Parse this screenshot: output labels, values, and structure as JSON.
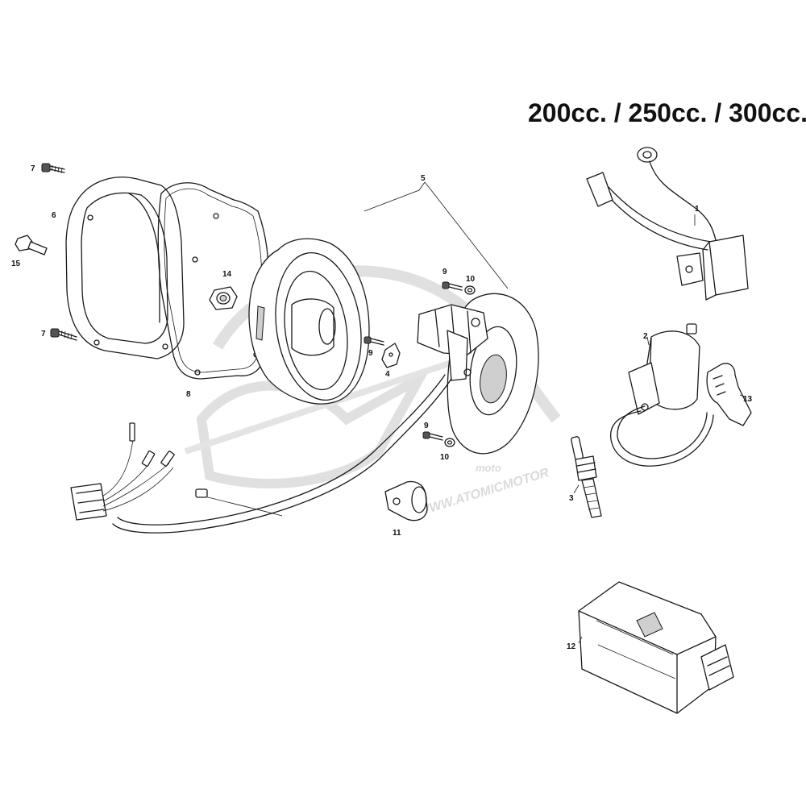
{
  "title": "200cc. / 250cc. / 300cc.",
  "watermark": {
    "brand": "moto",
    "url": "WWW.ATOMICMOTOR"
  },
  "callouts": {
    "c1": "1",
    "c2": "2",
    "c3": "3",
    "c4": "4",
    "c5": "5",
    "c6": "6",
    "c7a": "7",
    "c7b": "7",
    "c8": "8",
    "c9a": "9",
    "c9b": "9",
    "c9c": "9",
    "c10a": "10",
    "c10b": "10",
    "c11": "11",
    "c12": "12",
    "c13": "13",
    "c14": "14",
    "c15": "15"
  },
  "colors": {
    "line": "#1a1a1a",
    "watermark": "#d7d7d7",
    "background": "#ffffff"
  }
}
